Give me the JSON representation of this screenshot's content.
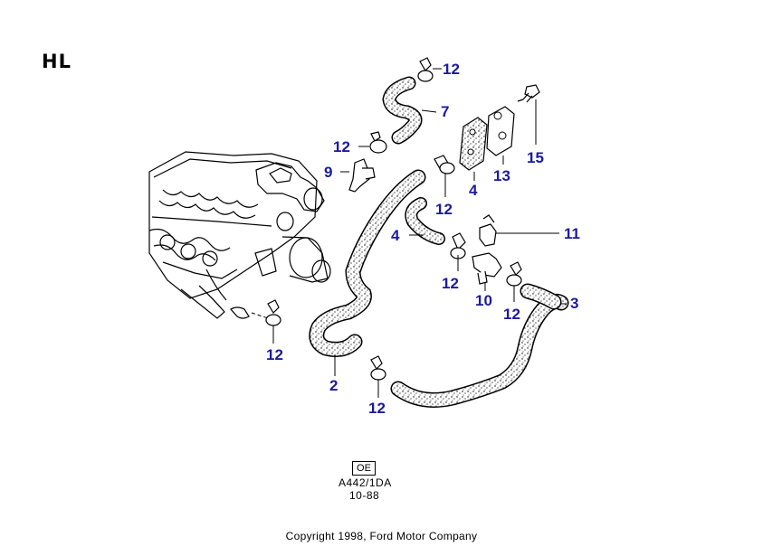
{
  "title": "HL",
  "callouts": {
    "c12_top": "12",
    "c7": "7",
    "c12_left": "12",
    "c9": "9",
    "c15": "15",
    "c13": "13",
    "c4_upper": "4",
    "c12_mid": "12",
    "c4_lower": "4",
    "c11": "11",
    "c12_right_mid": "12",
    "c10": "10",
    "c12_right": "12",
    "c3": "3",
    "c12_bottom_left": "12",
    "c2": "2",
    "c12_bottom": "12"
  },
  "reference": {
    "box": "OE",
    "code": "A442/1DA",
    "date": "10-88"
  },
  "footer": {
    "copyright": "Copyright 1998, Ford Motor Company"
  },
  "colors": {
    "callout": "#1b1b9c",
    "line": "#000000"
  }
}
